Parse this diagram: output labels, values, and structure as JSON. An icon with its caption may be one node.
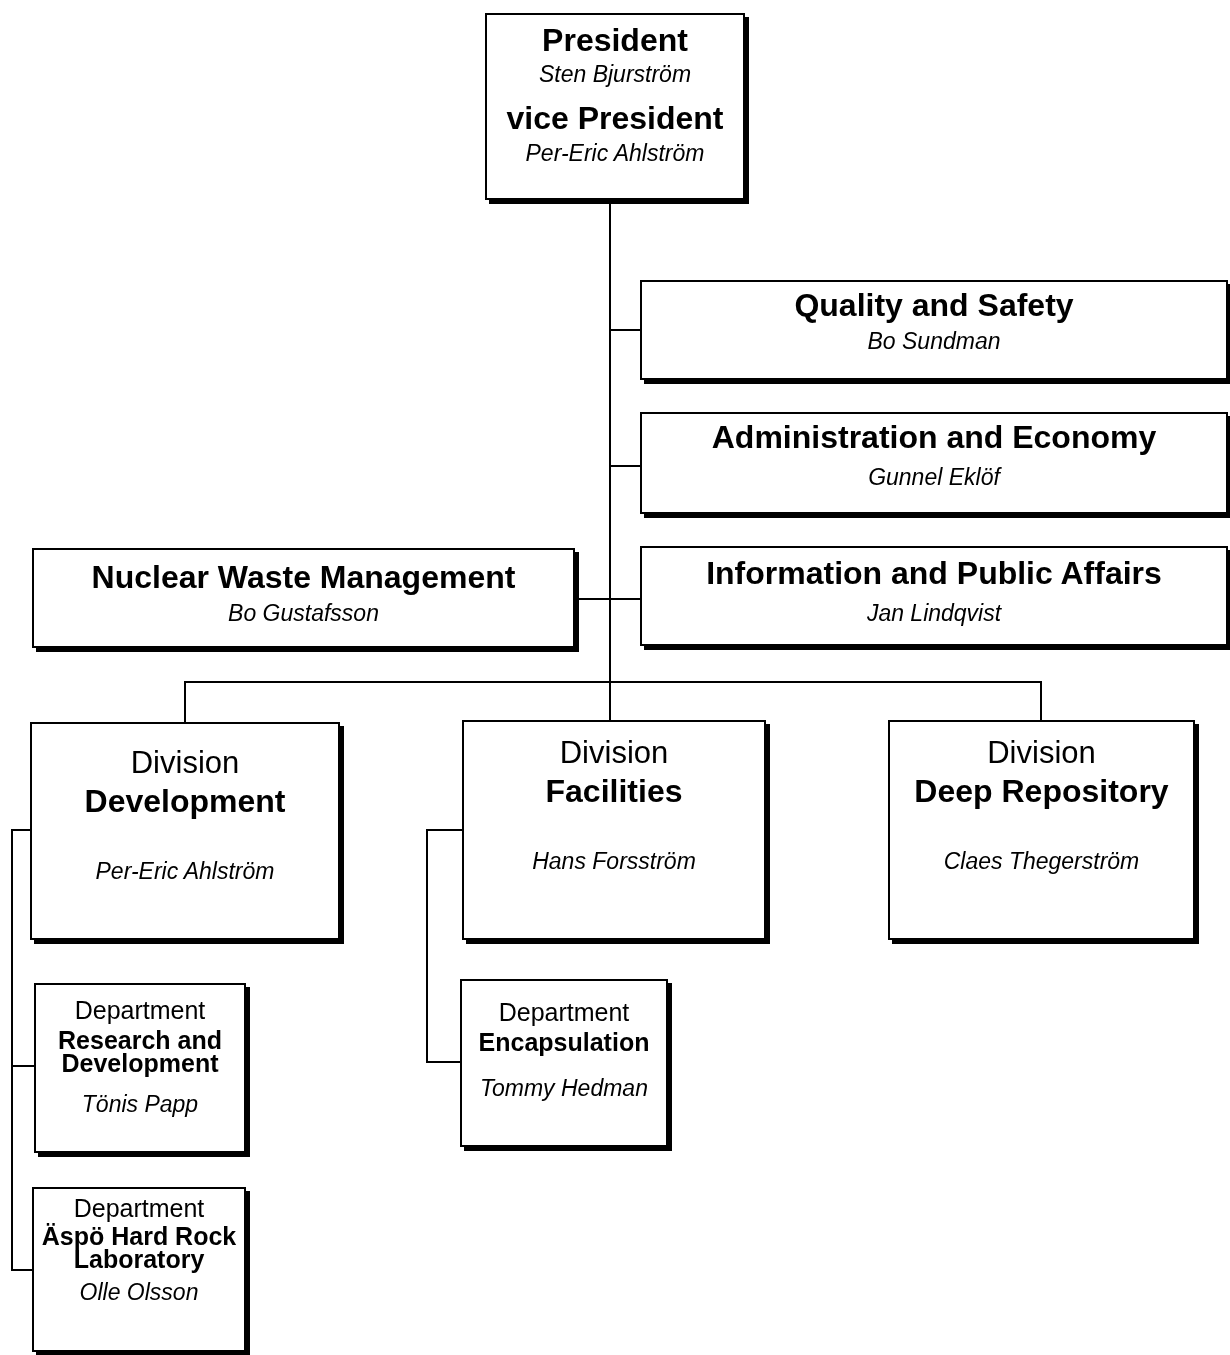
{
  "diagram": {
    "nodes": [
      {
        "text": [
          "President",
          "Sten Bjurström",
          "vice President",
          "Per-Eric Ahlström"
        ]
      },
      {
        "text": [
          "Quality and Safety",
          "Bo Sundman"
        ]
      },
      {
        "text": [
          "Administration and Economy",
          "Gunnel Eklöf"
        ]
      },
      {
        "text": [
          "Nuclear Waste Management",
          "Bo Gustafsson"
        ]
      },
      {
        "text": [
          "Information and Public Affairs",
          "Jan Lindqvist"
        ]
      },
      {
        "text": [
          "Division",
          "Development",
          "Per-Eric Ahlström"
        ]
      },
      {
        "text": [
          "Division",
          "Facilities",
          "Hans Forsström"
        ]
      },
      {
        "text": [
          "Division",
          "Deep Repository",
          "Claes Thegerström"
        ]
      },
      {
        "text": [
          "Department",
          "Research and Development",
          "Tönis Papp"
        ]
      },
      {
        "text": [
          "Department",
          "Encapsulation",
          "Tommy Hedman"
        ]
      },
      {
        "text": [
          "Department",
          "Äspö Hard Rock Laboratory",
          "Olle Olsson"
        ]
      }
    ],
    "edges": [
      {
        "from": 0,
        "to": 1,
        "arrow": "none"
      },
      {
        "from": 0,
        "to": 2,
        "arrow": "none"
      },
      {
        "from": 0,
        "to": 3,
        "arrow": "none"
      },
      {
        "from": 0,
        "to": 4,
        "arrow": "none"
      },
      {
        "from": 0,
        "to": 5,
        "arrow": "none"
      },
      {
        "from": 0,
        "to": 6,
        "arrow": "none"
      },
      {
        "from": 0,
        "to": 7,
        "arrow": "none"
      },
      {
        "from": 5,
        "to": 8,
        "arrow": "none"
      },
      {
        "from": 5,
        "to": 10,
        "arrow": "none"
      },
      {
        "from": 6,
        "to": 9,
        "arrow": "none"
      }
    ]
  }
}
